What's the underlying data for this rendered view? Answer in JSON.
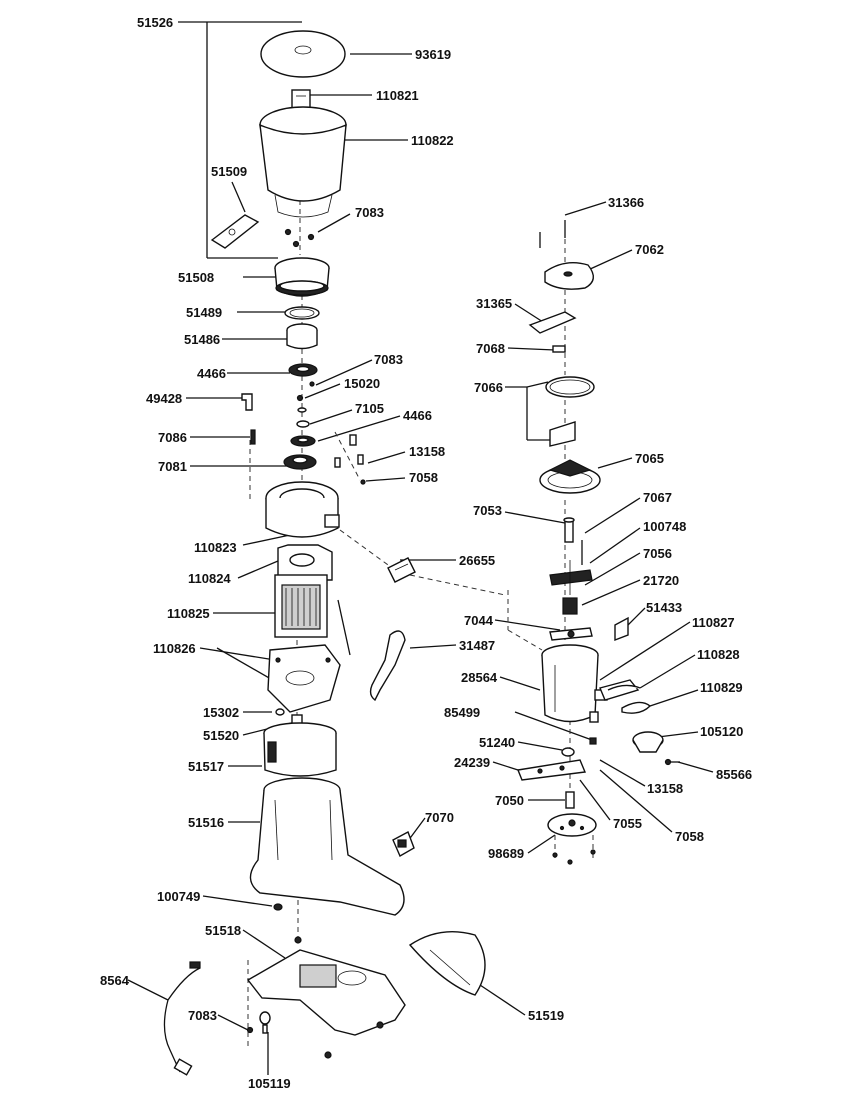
{
  "labels": {
    "p51526": "51526",
    "p93619": "93619",
    "p110821": "110821",
    "p110822": "110822",
    "p51509": "51509",
    "p7083a": "7083",
    "p51508": "51508",
    "p51489": "51489",
    "p51486": "51486",
    "p4466a": "4466",
    "p7083b": "7083",
    "p15020": "15020",
    "p49428": "49428",
    "p7105": "7105",
    "p4466b": "4466",
    "p7086": "7086",
    "p13158a": "13158",
    "p7081": "7081",
    "p7058a": "7058",
    "p110823": "110823",
    "p110824": "110824",
    "p26655": "26655",
    "p110825": "110825",
    "p110826": "110826",
    "p31487": "31487",
    "p15302": "15302",
    "p51520": "51520",
    "p51517": "51517",
    "p51516": "51516",
    "p7070": "7070",
    "p100749": "100749",
    "p51518": "51518",
    "p8564": "8564",
    "p7083c": "7083",
    "p105119": "105119",
    "p51519": "51519",
    "p31366": "31366",
    "p7062": "7062",
    "p31365": "31365",
    "p7068": "7068",
    "p7066": "7066",
    "p7065": "7065",
    "p7053": "7053",
    "p7067": "7067",
    "p100748": "100748",
    "p7056": "7056",
    "p21720": "21720",
    "p51433": "51433",
    "p7044": "7044",
    "p110827": "110827",
    "p110828": "110828",
    "p28564": "28564",
    "p110829": "110829",
    "p85499": "85499",
    "p105120": "105120",
    "p51240": "51240",
    "p24239": "24239",
    "p85566": "85566",
    "p13158b": "13158",
    "p7050": "7050",
    "p7055": "7055",
    "p7058b": "7058",
    "p98689": "98689"
  }
}
